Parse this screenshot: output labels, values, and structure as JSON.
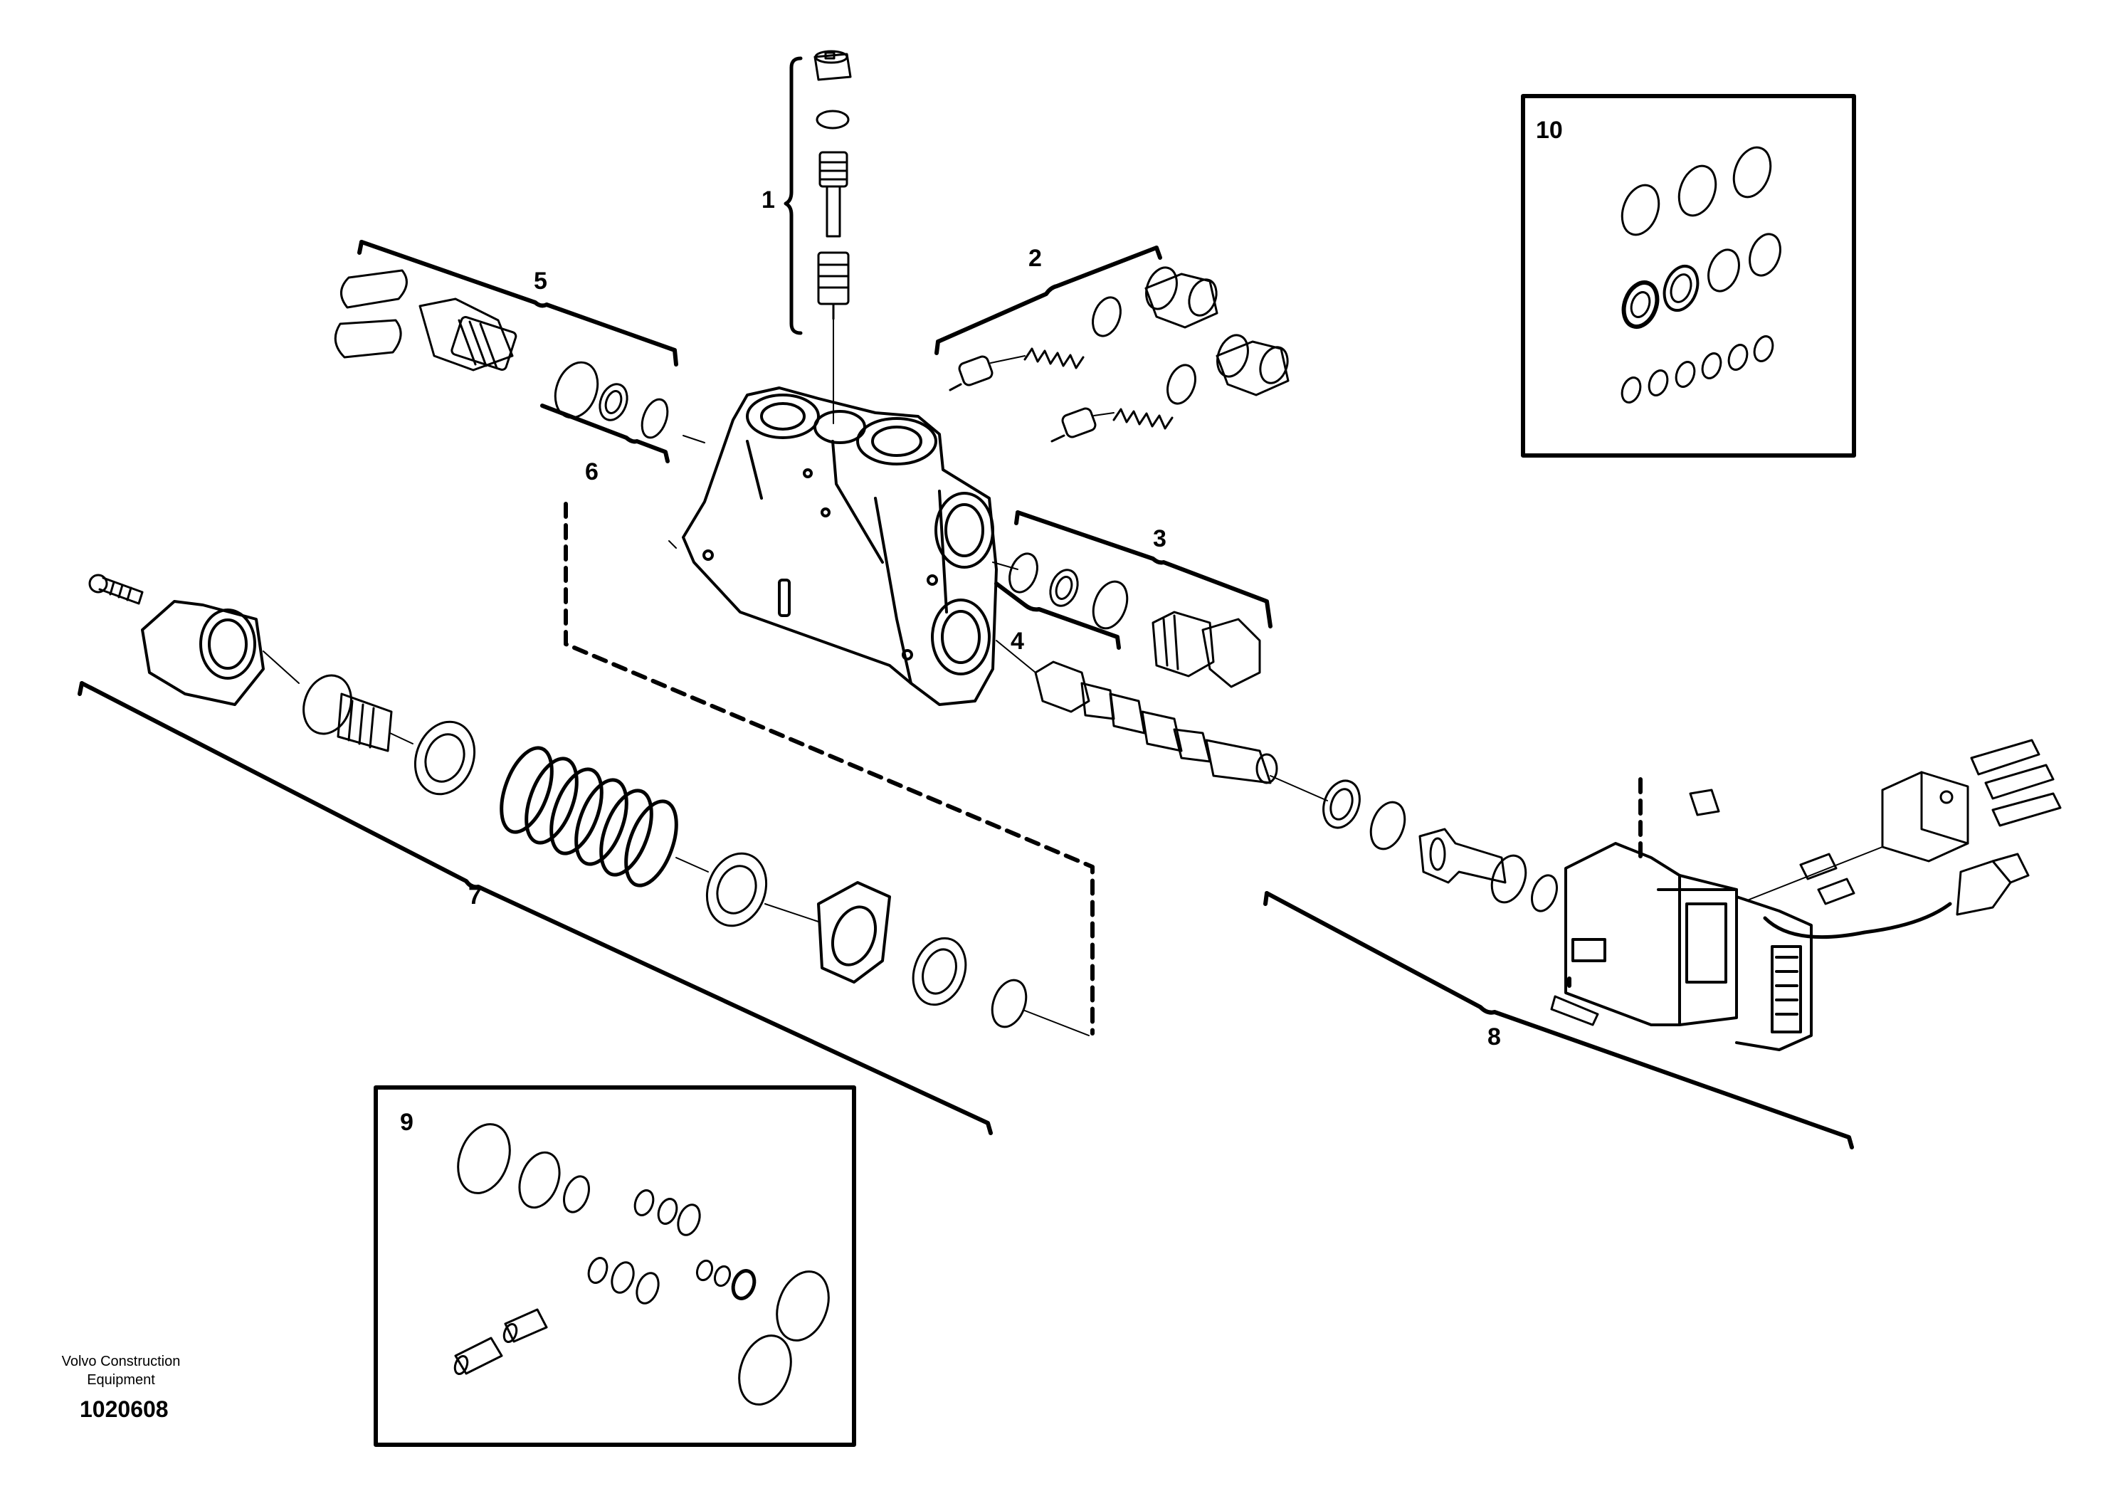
{
  "callouts": {
    "c1": "1",
    "c2": "2",
    "c3": "3",
    "c4": "4",
    "c5": "5",
    "c6": "6",
    "c7": "7",
    "c8": "8",
    "c9": "9",
    "c10": "10"
  },
  "brand": {
    "line1": "Volvo Construction",
    "line2": "Equipment"
  },
  "drawing_number": "1020608"
}
